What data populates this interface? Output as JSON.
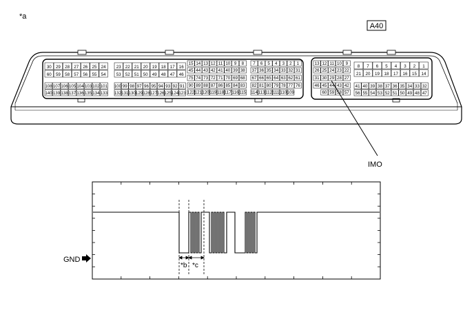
{
  "figure_label": "*a",
  "connector_id": "A40",
  "pin_callout": "IMO",
  "ground_label": "GND",
  "interval_labels": [
    "*b",
    "*c"
  ],
  "connector": {
    "groups": [
      {
        "rows": [
          [
            "30",
            "29",
            "28",
            "27",
            "26",
            "25",
            "24"
          ],
          [
            "60",
            "59",
            "58",
            "57",
            "56",
            "55",
            "54"
          ],
          [
            "108",
            "107",
            "106",
            "105",
            "104",
            "103",
            "102",
            "101"
          ],
          [
            "140",
            "139",
            "138",
            "137",
            "136",
            "135",
            "134",
            "133"
          ]
        ]
      },
      {
        "rows": [
          [
            "23",
            "22",
            "21",
            "20",
            "19",
            "18",
            "17",
            "16"
          ],
          [
            "53",
            "52",
            "51",
            "50",
            "49",
            "48",
            "47",
            "46"
          ],
          [
            "100",
            "99",
            "98",
            "97",
            "96",
            "95",
            "94",
            "93",
            "92",
            "91"
          ],
          [
            "132",
            "131",
            "130",
            "129",
            "128",
            "127",
            "126",
            "125",
            "124",
            "123"
          ]
        ]
      },
      {
        "rows": [
          [
            "15",
            "14",
            "13",
            "12",
            "11",
            "10",
            "9",
            "8"
          ],
          [
            "45",
            "44",
            "43",
            "42",
            "41",
            "40",
            "39",
            "38"
          ],
          [
            "75",
            "74",
            "73",
            "72",
            "71",
            "70",
            "69",
            "68"
          ],
          [
            "90",
            "89",
            "88",
            "87",
            "86",
            "85",
            "84",
            "83"
          ],
          [
            "122",
            "121",
            "120",
            "119",
            "118",
            "117",
            "116",
            "115"
          ]
        ]
      },
      {
        "rows": [
          [
            "7",
            "6",
            "5",
            "4",
            "3",
            "2",
            "1"
          ],
          [
            "37",
            "36",
            "35",
            "34",
            "33",
            "32",
            "31"
          ],
          [
            "67",
            "66",
            "65",
            "64",
            "63",
            "62",
            "61"
          ],
          [
            "82",
            "81",
            "80",
            "79",
            "78",
            "77",
            "76"
          ],
          [
            "114",
            "113",
            "112",
            "111",
            "110",
            "109"
          ]
        ]
      },
      {
        "rows": [
          [
            "13",
            "12",
            "11",
            "10",
            "9"
          ],
          [
            "26",
            "25",
            "24",
            "23",
            "22"
          ],
          [
            "31",
            "30",
            "29",
            "28",
            "27"
          ],
          [
            "46",
            "45",
            "44",
            "43",
            "42"
          ],
          [
            "60",
            "59",
            "58",
            "57"
          ]
        ]
      },
      {
        "rows": [
          [
            "8",
            "7",
            "6",
            "5",
            "4",
            "3",
            "2",
            "1"
          ],
          [
            "21",
            "20",
            "19",
            "18",
            "17",
            "16",
            "15",
            "14"
          ],
          [
            "41",
            "40",
            "39",
            "38",
            "37",
            "36",
            "35",
            "34",
            "33",
            "32"
          ],
          [
            "56",
            "55",
            "54",
            "53",
            "52",
            "51",
            "50",
            "49",
            "48",
            "47"
          ]
        ]
      }
    ]
  }
}
